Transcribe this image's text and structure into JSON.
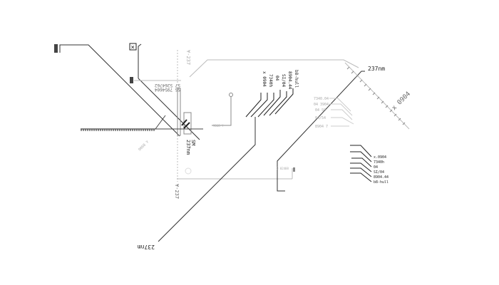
{
  "labels": {
    "scale_top": "237nm",
    "scale_bottom": "237nm",
    "angled_scale": "x 0904",
    "axis_top": "¥-237",
    "axis_bottom": "¥-237",
    "center_mark": "237nm",
    "center_mark_short": "SM",
    "readout_line1": "SS 7954604",
    "readout_line2": "57 5264762",
    "small_box_label": "9068 Y",
    "small_left_label": "9068 Y",
    "bottom_tag": "0 02408"
  },
  "vertical_tags": [
    "x 0904",
    "7340h",
    "04",
    "SI/04",
    "8904.44",
    "b8-hull"
  ],
  "right_legend": [
    "x.0904",
    "7340h",
    "04",
    "SI/04",
    "8904.44",
    "b8-hull"
  ],
  "faint_tags": [
    "7340.04",
    "04 3904",
    "04 SO",
    "04/54",
    "8904 7"
  ],
  "icons": {
    "close_box": "close-icon",
    "marker_a": "hatched-marker-icon",
    "marker_b": "hatched-marker-icon",
    "pin": "pin-icon"
  }
}
